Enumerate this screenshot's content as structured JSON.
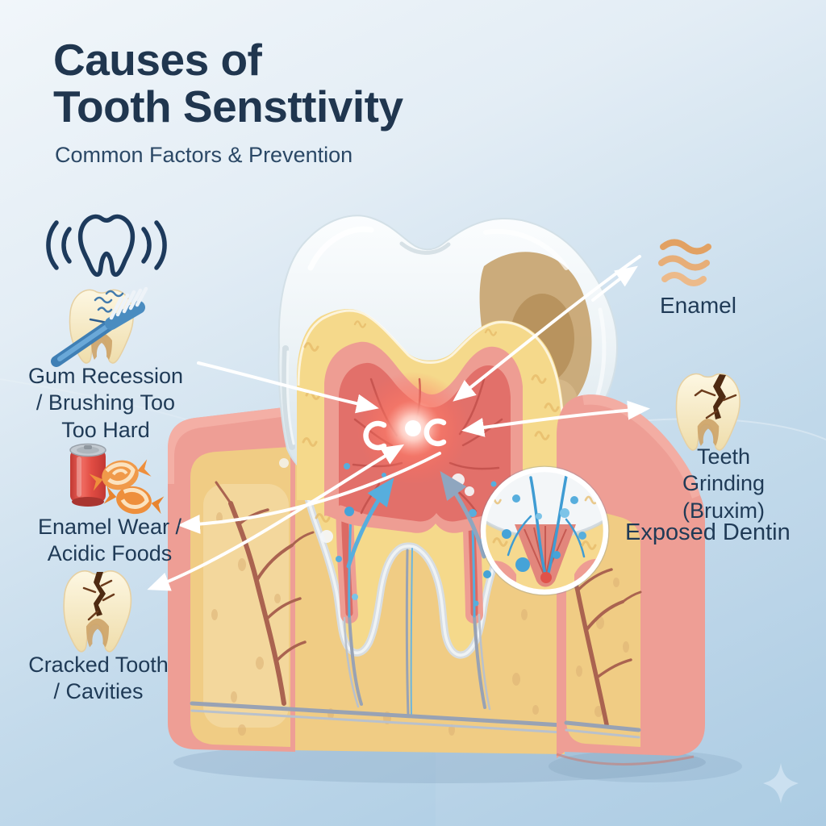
{
  "header": {
    "title_line1": "Causes of",
    "title_line2": "Tooth Sensttivity",
    "subtitle": "Common Factors & Prevention"
  },
  "labels": {
    "gum_recession": "Gum Recession\n/ Brushing Too\nToo Hard",
    "enamel_wear": "Enamel Wear /\nAcidic Foods",
    "cracked_tooth": "Cracked Tooth\n/ Cavities",
    "enamel": "Enamel",
    "teeth_grinding": "Teeth Grinding\n(Bruxim)",
    "exposed_dentin": "Exposed Dentin"
  },
  "icons": {
    "sensitive_tooth": "tooth-vibration-icon",
    "brushing": "toothbrush-on-tooth-icon",
    "acidic_foods": "soda-can-and-candy-icon",
    "cracked_tooth_left": "cracked-tooth-icon",
    "enamel_waves": "enamel-texture-waves-icon",
    "grinding_tooth": "cracked-tooth-icon",
    "sparkle": "sparkle-icon",
    "magnifier": "exposed-dentin-zoom-inset"
  },
  "colors": {
    "title_text": "#20364f",
    "subtitle_text": "#2b4866",
    "label_text": "#1f3a56",
    "bg_top": "#f1f6fa",
    "bg_bottom": "#a7c9e2",
    "gum_pink": "#ee9e95",
    "gum_pink_dark": "#dd8density",
    "bone_yellow": "#f0cc84",
    "bone_inner": "#f3d89e",
    "dentin_yellow": "#f5d98b",
    "pulp_salmon": "#ee9d93",
    "pulp_red": "#e2706a",
    "vessel_red": "#c2504b",
    "vessel_brown": "#aa6350",
    "nerve_blue": "#57aedd",
    "nerve_gray": "#98a2b4",
    "enamel_glass": "#eef4f7",
    "decay_tan": "#c8a774",
    "glow_red": "#ff5a4d",
    "can_red": "#d8403a",
    "candy_orange": "#ef8f3c",
    "wave_sand": "#e7ae78",
    "navy_icon": "#1d3a5c",
    "sparkle_blue": "#cbe0f0",
    "arrow_white": "#ffffff"
  }
}
